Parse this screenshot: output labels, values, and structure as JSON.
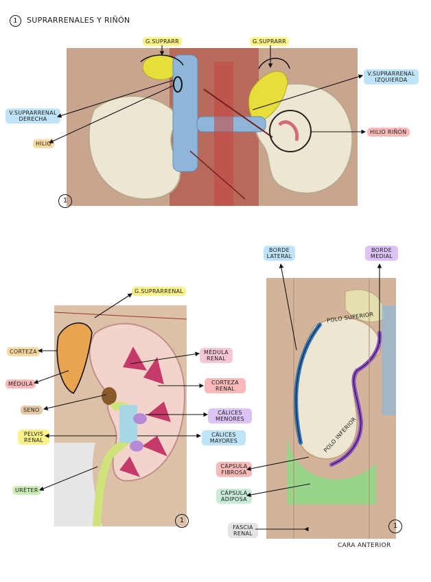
{
  "title": {
    "number": "1",
    "text": "Suprarrenales y riñón"
  },
  "panel_top": {
    "labels": {
      "g_suprarr_left": "G.Suprarr",
      "g_suprarr_right": "G.Suprarr",
      "v_suprarrenal_izquierda": "V.Suprarrenal izquierda",
      "v_suprarrenal_derecha": "V.Suprarrenal derecha",
      "hilio": "Hilio",
      "hilio_rinon": "Hilio riñón"
    },
    "badge": "1"
  },
  "panel_left": {
    "labels": {
      "g_suprarrenal": "G.Suprarrenal",
      "corteza": "Corteza",
      "medula": "Médula",
      "seno": "Seno",
      "pelvis_renal": "Pelvis renal",
      "ureter": "Uréter",
      "medula_renal": "Médula renal",
      "corteza_renal": "Corteza renal",
      "calices_menores": "Cálices menores",
      "calices_mayores": "Cálices mayores"
    },
    "badge": "1"
  },
  "panel_right": {
    "labels": {
      "borde_lateral": "Borde lateral",
      "borde_medial": "Borde medial",
      "polo_superior": "Polo superior",
      "polo_inferior": "Polo inferior",
      "capsula_fibrosa": "Cápsula fibrosa",
      "capsula_adiposa": "Cápsula adiposa",
      "fascia_renal": "Fascia renal",
      "cara_anterior": "Cara anterior"
    },
    "badge": "1"
  },
  "colors": {
    "yellow": "#fbf28a",
    "blue": "#bfe3f7",
    "orange": "#fbd9a0",
    "red": "#f9b9b9",
    "pink": "#f7c6d6",
    "purple": "#dbc4f5",
    "green": "#cdeeb9",
    "kidney": "#ece6d2",
    "vessel_blue": "#8fb6d8",
    "gland_yellow": "#e6de3a"
  }
}
